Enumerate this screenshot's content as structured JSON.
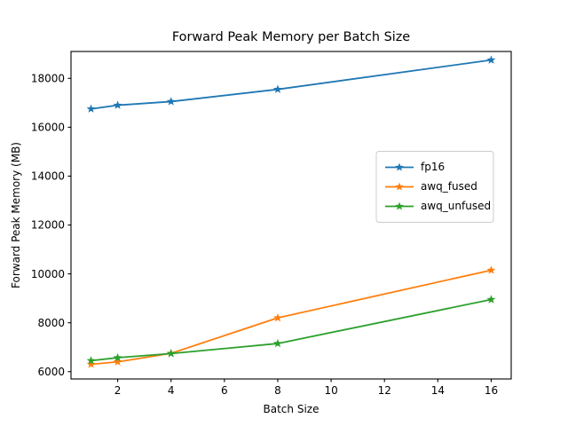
{
  "chart_data": {
    "type": "line",
    "title": "Forward Peak Memory per Batch Size",
    "xlabel": "Batch Size",
    "ylabel": "Forward Peak Memory (MB)",
    "x": [
      1,
      2,
      4,
      8,
      16
    ],
    "xlim": [
      0.25,
      16.75
    ],
    "ylim": [
      5700,
      19100
    ],
    "xticks": [
      2,
      4,
      6,
      8,
      10,
      12,
      14,
      16
    ],
    "xticklabels": [
      "2",
      "4",
      "6",
      "8",
      "10",
      "12",
      "14",
      "16"
    ],
    "yticks": [
      6000,
      8000,
      10000,
      12000,
      14000,
      16000,
      18000
    ],
    "yticklabels": [
      "6000",
      "8000",
      "10000",
      "12000",
      "14000",
      "16000",
      "18000"
    ],
    "grid": false,
    "legend_position": "center right",
    "marker": "star",
    "series": [
      {
        "name": "fp16",
        "color": "#1f77b4",
        "values": [
          16750,
          16900,
          17050,
          17550,
          18750
        ]
      },
      {
        "name": "awq_fused",
        "color": "#ff7f0e",
        "values": [
          6300,
          6400,
          6750,
          8200,
          10150
        ]
      },
      {
        "name": "awq_unfused",
        "color": "#2ca02c",
        "values": [
          6450,
          6570,
          6740,
          7150,
          8950
        ]
      }
    ]
  },
  "figure": {
    "background": "#ffffff",
    "axes_background": "#ffffff"
  }
}
